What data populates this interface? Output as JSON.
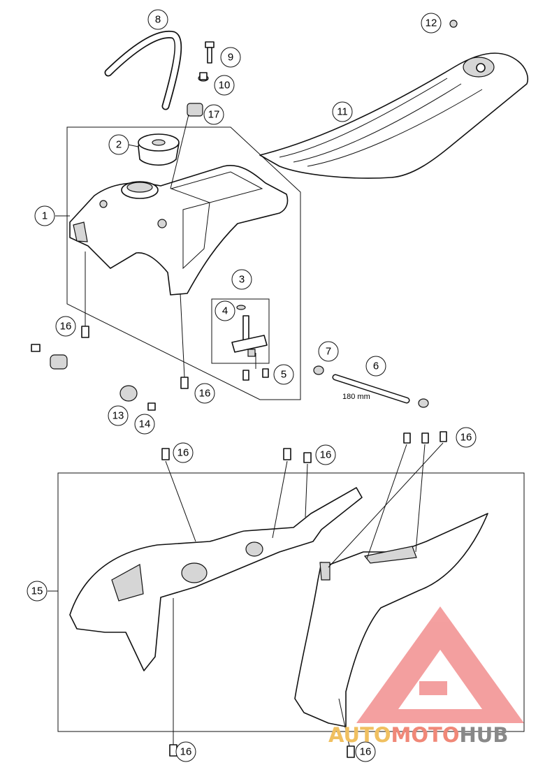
{
  "callouts": {
    "c1": "1",
    "c2": "2",
    "c3": "3",
    "c4": "4",
    "c5": "5",
    "c6": "6",
    "c7": "7",
    "c8": "8",
    "c9": "9",
    "c10": "10",
    "c11": "11",
    "c12": "12",
    "c13": "13",
    "c14": "14",
    "c15": "15",
    "c16": "16",
    "c17": "17"
  },
  "dimension_label": "180 mm",
  "watermark": {
    "part1": "AUTO",
    "part2": "MOTO",
    "part3": "HUB",
    "color_auto": "#f0c060",
    "color_moto": "#f08878",
    "color_hub": "#888888",
    "logo_color": "#f08080"
  }
}
